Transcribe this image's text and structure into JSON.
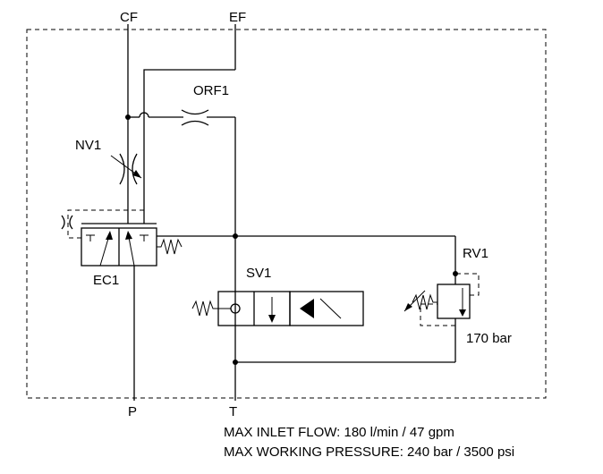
{
  "ports": {
    "cf": "CF",
    "ef": "EF",
    "p": "P",
    "t": "T"
  },
  "components": {
    "orf1": "ORF1",
    "nv1": "NV1",
    "ec1": "EC1",
    "sv1": "SV1",
    "rv1": "RV1",
    "rv1_setting": "170 bar"
  },
  "notes": {
    "max_inlet_flow": "MAX INLET FLOW: 180 l/min / 47 gpm",
    "max_working_pressure": "MAX WORKING PRESSURE: 240 bar / 3500 psi"
  }
}
